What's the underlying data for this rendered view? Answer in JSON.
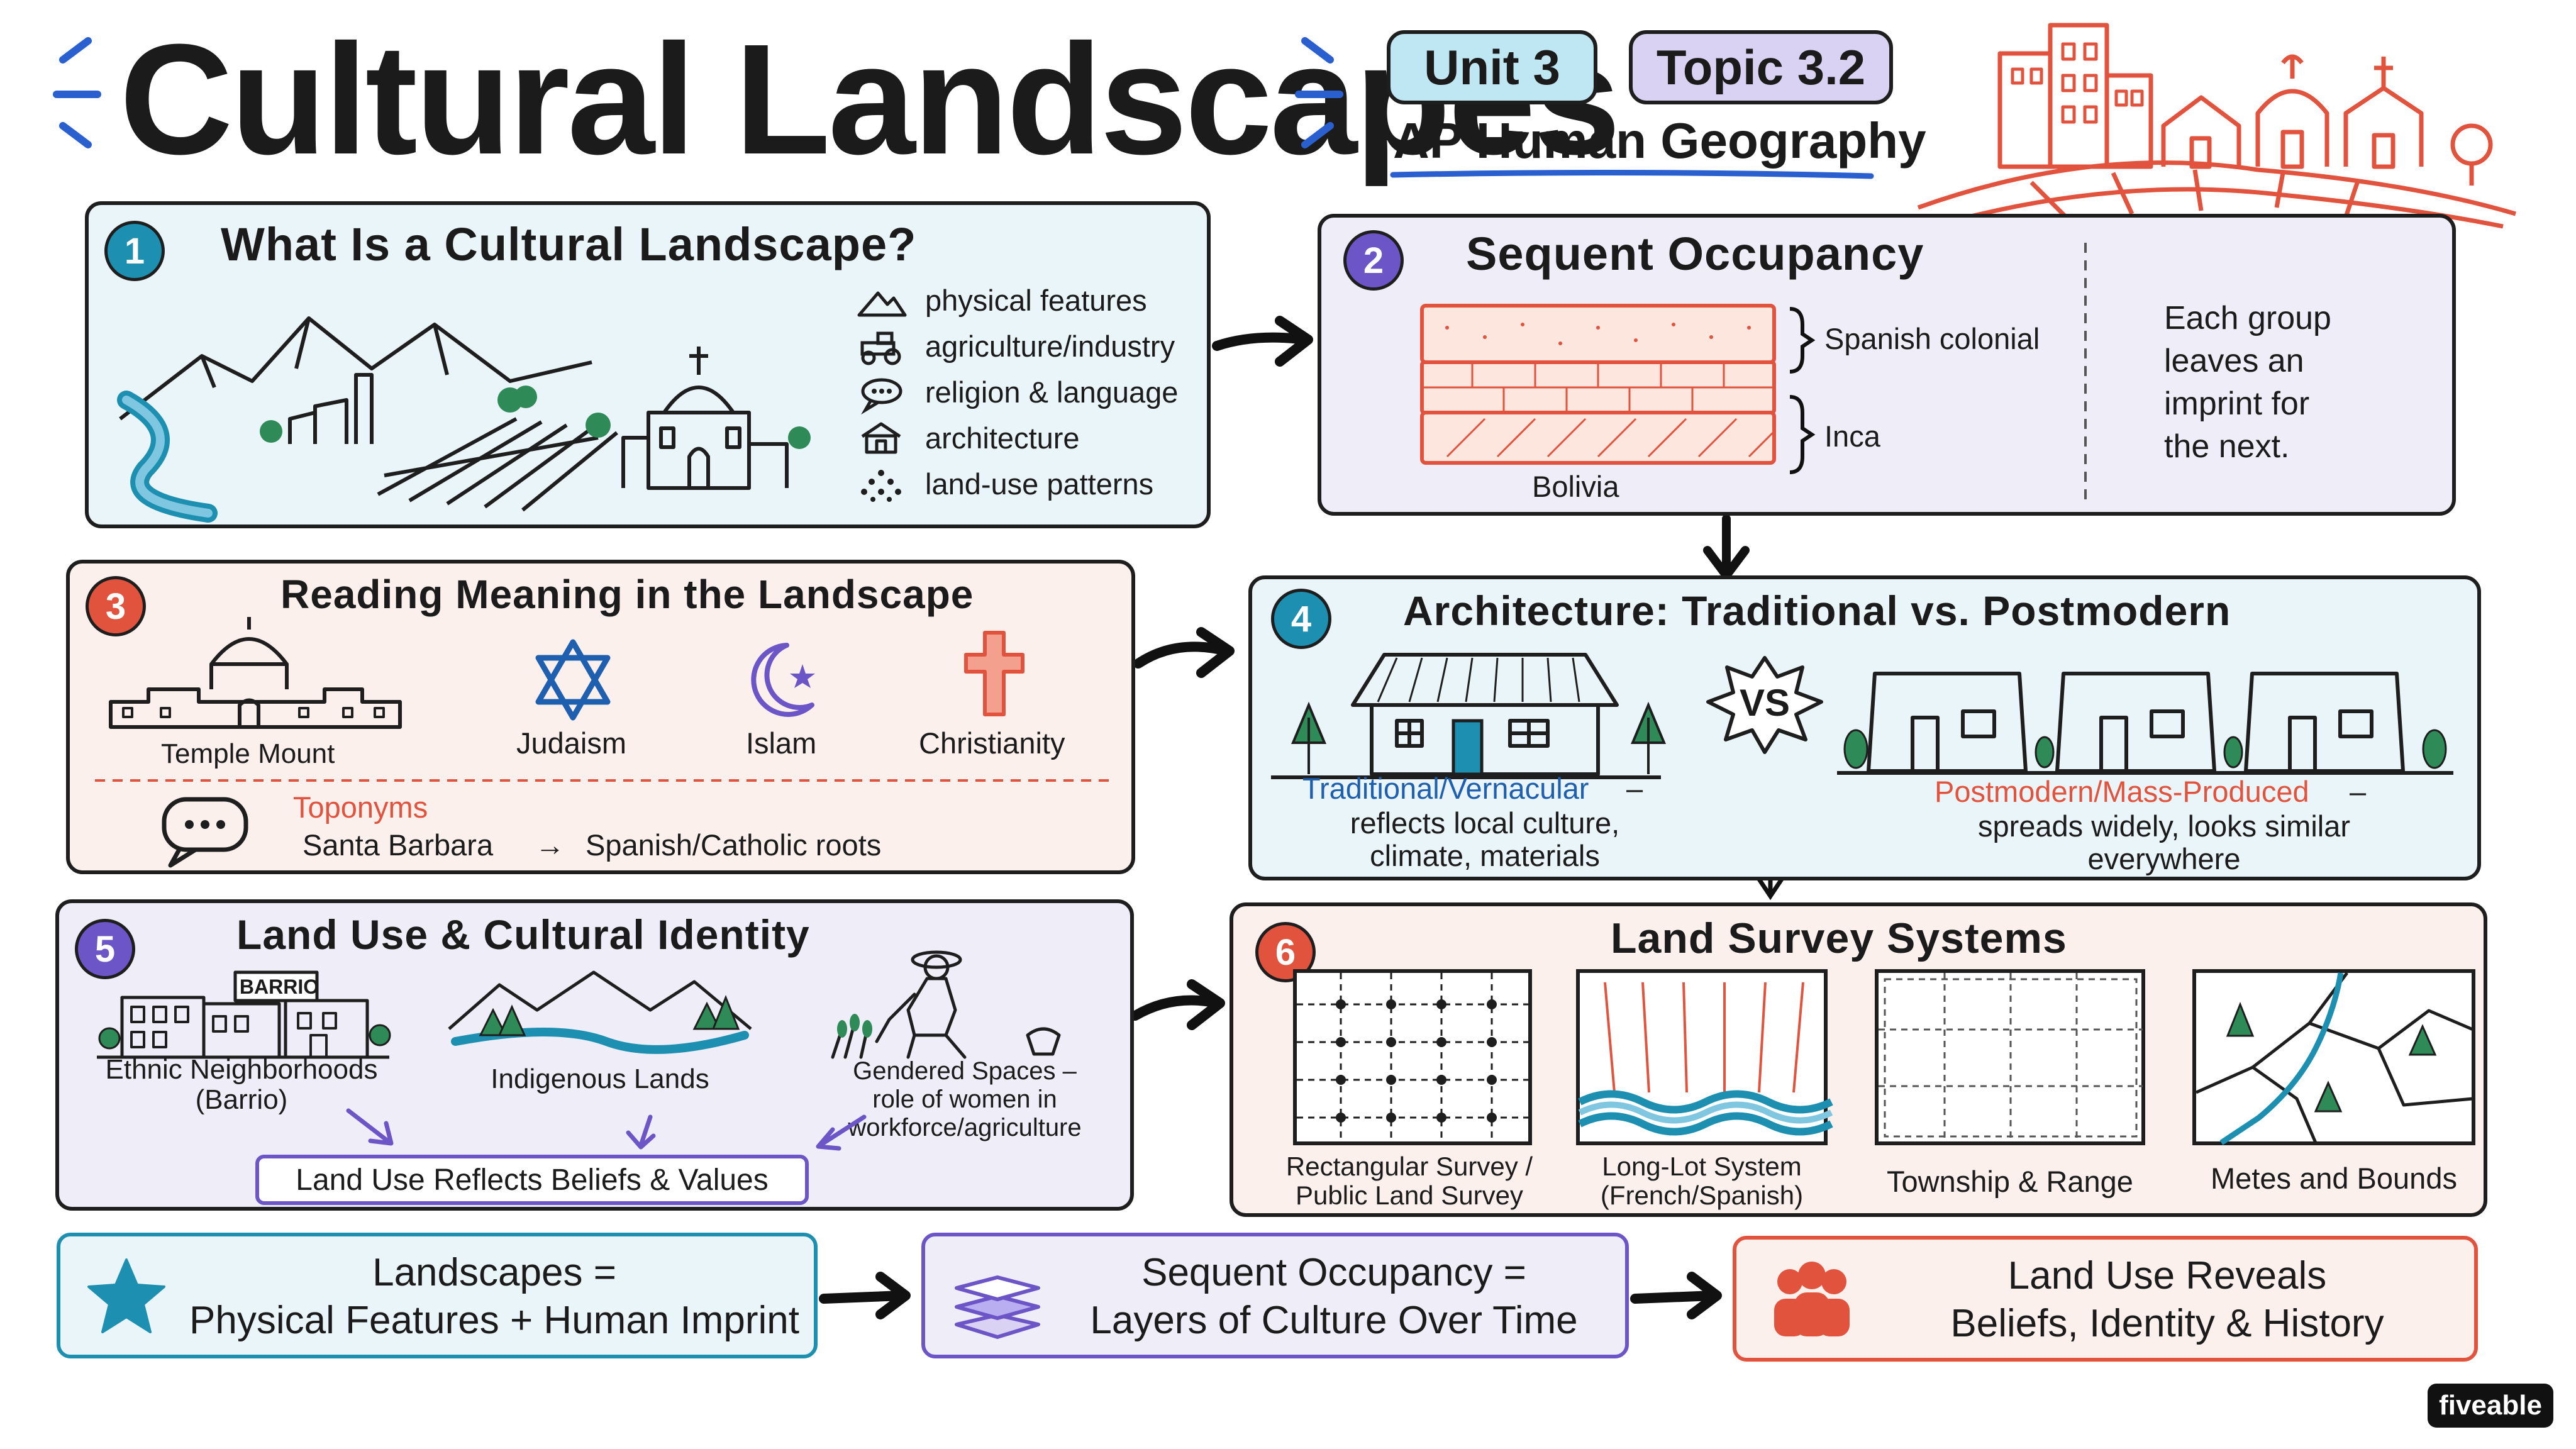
{
  "header": {
    "title": "Cultural Landscapes",
    "unit": "Unit 3",
    "topic": "Topic 3.2",
    "course": "AP Human Geography"
  },
  "panel1": {
    "number": "1",
    "title": "What Is a Cultural Landscape?",
    "items": [
      {
        "icon": "mountain-icon",
        "label": "physical features"
      },
      {
        "icon": "tractor-icon",
        "label": "agriculture/industry"
      },
      {
        "icon": "speech-bubble-icon",
        "label": "religion & language"
      },
      {
        "icon": "house-icon",
        "label": "architecture"
      },
      {
        "icon": "dots-icon",
        "label": "land-use patterns"
      }
    ]
  },
  "panel2": {
    "number": "2",
    "title": "Sequent Occupancy",
    "layer_top": "Spanish colonial",
    "layer_bottom": "Inca",
    "location": "Bolivia",
    "note_lines": [
      "Each group",
      "leaves an",
      "imprint for",
      "the next."
    ]
  },
  "panel3": {
    "number": "3",
    "title": "Reading Meaning in the Landscape",
    "temple_label": "Temple Mount",
    "religions": [
      "Judaism",
      "Islam",
      "Christianity"
    ],
    "toponyms_label": "Toponyms",
    "toponyms_place": "Santa Barbara",
    "toponyms_arrow": "→",
    "toponyms_roots": "Spanish/Catholic roots"
  },
  "panel4": {
    "number": "4",
    "title": "Architecture: Traditional vs. Postmodern",
    "vs": "VS",
    "traditional_label": "Traditional/Vernacular",
    "traditional_dash": "–",
    "traditional_desc": [
      "reflects local culture,",
      "climate, materials"
    ],
    "postmodern_label": "Postmodern/Mass-Produced",
    "postmodern_dash": "–",
    "postmodern_desc": [
      "spreads widely, looks similar",
      "everywhere"
    ]
  },
  "panel5": {
    "number": "5",
    "title": "Land Use & Cultural Identity",
    "barrio_sign": "BARRIO",
    "ethnic_label": [
      "Ethnic Neighborhoods",
      "(Barrio)"
    ],
    "indigenous_label": "Indigenous Lands",
    "gendered_label": [
      "Gendered Spaces –",
      "role of women in",
      "workforce/agriculture"
    ],
    "summary": "Land Use Reflects Beliefs & Values"
  },
  "panel6": {
    "number": "6",
    "title": "Land Survey Systems",
    "systems": [
      [
        "Rectangular Survey /",
        "Public Land Survey"
      ],
      [
        "Long-Lot System",
        "(French/Spanish)"
      ],
      [
        "Township & Range"
      ],
      [
        "Metes and Bounds"
      ]
    ]
  },
  "bottom": [
    {
      "icon": "star-icon",
      "lines": [
        "Landscapes =",
        "Physical Features + Human Imprint"
      ]
    },
    {
      "icon": "layers-icon",
      "lines": [
        "Sequent Occupancy =",
        "Layers of Culture Over Time"
      ]
    },
    {
      "icon": "people-icon",
      "lines": [
        "Land Use Reveals",
        "Beliefs, Identity & History"
      ]
    }
  ],
  "brand": "fiveable",
  "colors": {
    "teal": "#1d8fb0",
    "purple": "#6b55c7",
    "red_orange": "#e2533e",
    "blue_label": "#1f5fb0",
    "panel_blue": "#e9f5f8",
    "panel_lavender": "#efedf7",
    "panel_peach": "#fcf0ec"
  }
}
